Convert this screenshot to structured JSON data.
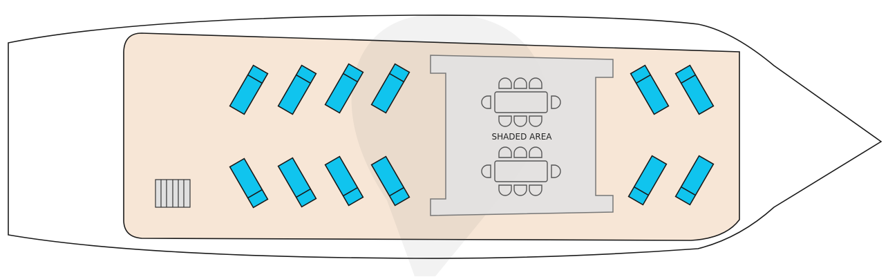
{
  "diagram": {
    "type": "boat deck plan",
    "shaded_area_label": "SHADED AREA",
    "sunbed_count": 12,
    "dining_tables": 2,
    "colors": {
      "deck": "#f7e6d6",
      "shaded_area": "#e2e2e2",
      "sunbed": "#10c4ee",
      "hull": "#ffffff"
    }
  }
}
